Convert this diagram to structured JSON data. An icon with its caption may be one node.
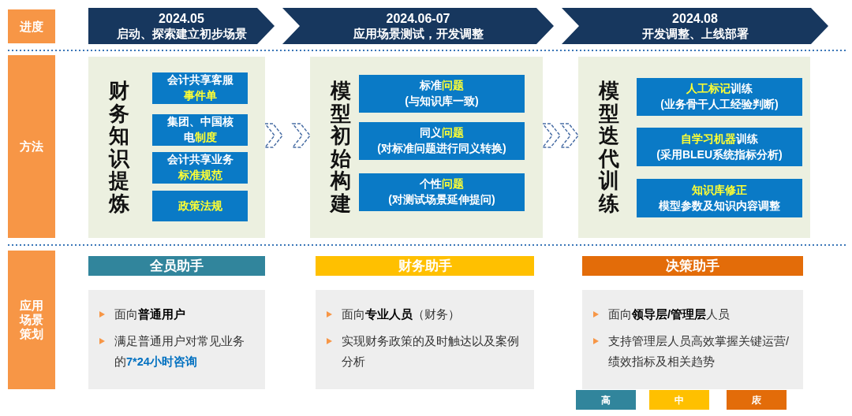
{
  "diagram": {
    "nodes": [
      {
        "text": [
          "进度"
        ]
      },
      {
        "text": [
          "2024.05",
          "启动、探索建立初步场景"
        ]
      },
      {
        "text": [
          "2024.06-07",
          "应用场景测试，开发调整"
        ]
      },
      {
        "text": [
          "2024.08",
          "开发调整、上线部署"
        ]
      },
      {
        "text": [
          "方法"
        ]
      },
      {
        "text": [
          "财务知识提炼"
        ]
      },
      {
        "text": [
          "会计共享客服**事件单**"
        ],
        "in": 5
      },
      {
        "text": [
          "集团、中国核电**制度**"
        ],
        "in": 5
      },
      {
        "text": [
          "会计共享业务**标准规范**"
        ],
        "in": 5
      },
      {
        "text": [
          "**政策法规**"
        ],
        "in": 5
      },
      {
        "text": [
          "模型初始构建"
        ]
      },
      {
        "text": [
          "标准**问题**",
          "(与知识库一致)"
        ],
        "in": 10
      },
      {
        "text": [
          "同义**问题**",
          "(对标准问题进行同义转换)"
        ],
        "in": 10
      },
      {
        "text": [
          "个性**问题**",
          "(对测试场景延伸提问)"
        ],
        "in": 10
      },
      {
        "text": [
          "模型迭代训练"
        ]
      },
      {
        "text": [
          "**人工标记**训练",
          "(业务骨干人工经验判断)"
        ],
        "in": 14
      },
      {
        "text": [
          "**自学习机器**训练",
          "(采用BLEU系统指标分析)"
        ],
        "in": 14
      },
      {
        "text": [
          "**知识库修正**",
          "模型参数及知识内容调整"
        ],
        "in": 14
      },
      {
        "text": [
          "应用场景策划"
        ]
      },
      {
        "text": [
          "全员助手"
        ]
      },
      {
        "text": [
          "面向**普通用户**",
          "满足普通用户对常见业务的**7*24小时咨询**"
        ]
      },
      {
        "text": [
          "财务助手"
        ]
      },
      {
        "text": [
          "面向**专业人员**（财务）",
          "实现财务政策的及时触达以及案例分析"
        ]
      },
      {
        "text": [
          "决策助手"
        ]
      },
      {
        "text": [
          "面向**领导层/管理层**人员",
          "支持管理层人员高效掌握关键运营/绩效指标及相关趋势"
        ]
      }
    ],
    "edges": [
      {
        "from": 5,
        "to": 10,
        "arrow": "to",
        "style": "dashed"
      },
      {
        "from": 10,
        "to": 14,
        "arrow": "to",
        "style": "dashed"
      }
    ],
    "legend": [
      {
        "text": "高",
        "color": "#31859c"
      },
      {
        "text": "中",
        "color": "#ffc000"
      },
      {
        "text": "庡",
        "color": "#e36c09"
      }
    ]
  }
}
